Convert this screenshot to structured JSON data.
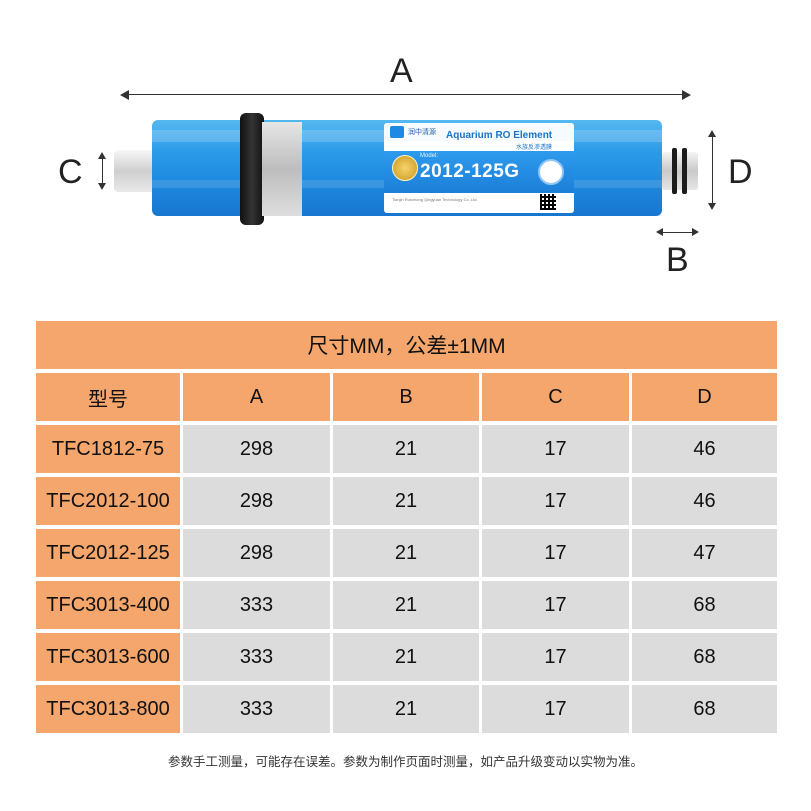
{
  "diagram": {
    "dim_a": "A",
    "dim_b": "B",
    "dim_c": "C",
    "dim_d": "D",
    "label": {
      "brand": "润中清源",
      "title": "Aquarium RO Element",
      "subtitle": "水族反渗透膜",
      "model_prefix": "Model:",
      "model": "2012-125G",
      "company": "Tianjin Runzhong Qingyuan Technology Co.,Ltd."
    }
  },
  "table": {
    "title": "尺寸MM，公差±1MM",
    "headers": [
      "型号",
      "A",
      "B",
      "C",
      "D"
    ],
    "rows": [
      [
        "TFC1812-75",
        "298",
        "21",
        "17",
        "46"
      ],
      [
        "TFC2012-100",
        "298",
        "21",
        "17",
        "46"
      ],
      [
        "TFC2012-125",
        "298",
        "21",
        "17",
        "47"
      ],
      [
        "TFC3013-400",
        "333",
        "21",
        "17",
        "68"
      ],
      [
        "TFC3013-600",
        "333",
        "21",
        "17",
        "68"
      ],
      [
        "TFC3013-800",
        "333",
        "21",
        "17",
        "68"
      ]
    ]
  },
  "footer": "参数手工测量，可能存在误差。参数为制作页面时测量，如产品升级变动以实物为准。",
  "colors": {
    "header_orange": "#f5a66c",
    "cell_gray": "#dcdcdc",
    "tube_blue": "#2a9ae8"
  }
}
